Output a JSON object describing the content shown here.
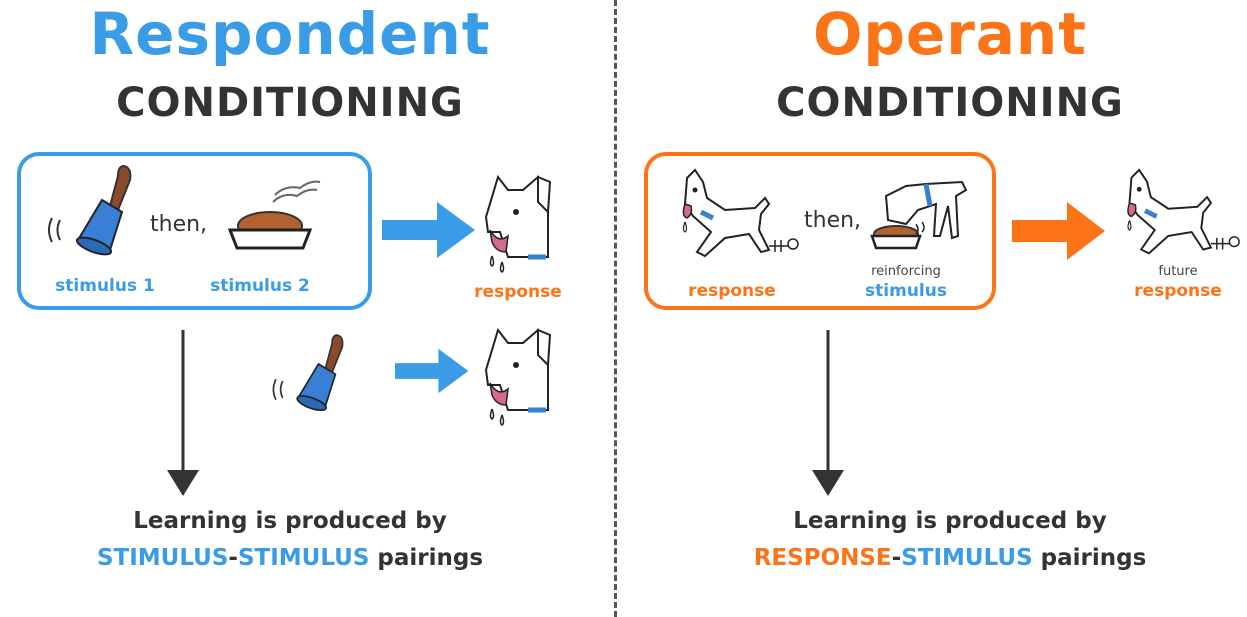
{
  "left": {
    "title": "Respondent",
    "subtitle": "CONDITIONING",
    "then": "then,",
    "stimulus1": "stimulus 1",
    "stimulus2": "stimulus 2",
    "response": "response",
    "caption_line1": "Learning is produced by",
    "caption_part1": "STIMULUS",
    "caption_dash": "-",
    "caption_part2": "STIMULUS",
    "caption_tail": " pairings"
  },
  "right": {
    "title": "Operant",
    "subtitle": "CONDITIONING",
    "then": "then,",
    "response": "response",
    "reinforcing": "reinforcing",
    "stimulus": "stimulus",
    "future": "future",
    "future_response": "response",
    "caption_line1": "Learning is produced by",
    "caption_part1": "RESPONSE",
    "caption_dash": "-",
    "caption_part2": "STIMULUS",
    "caption_tail": " pairings"
  },
  "colors": {
    "blue": "#3a9be6",
    "orange": "#fb7418",
    "dark": "#333333"
  },
  "icons": [
    "bell-icon",
    "food-bowl-icon",
    "drooling-dog-icon",
    "running-dog-icon",
    "eating-dog-icon",
    "arrow-icon"
  ]
}
